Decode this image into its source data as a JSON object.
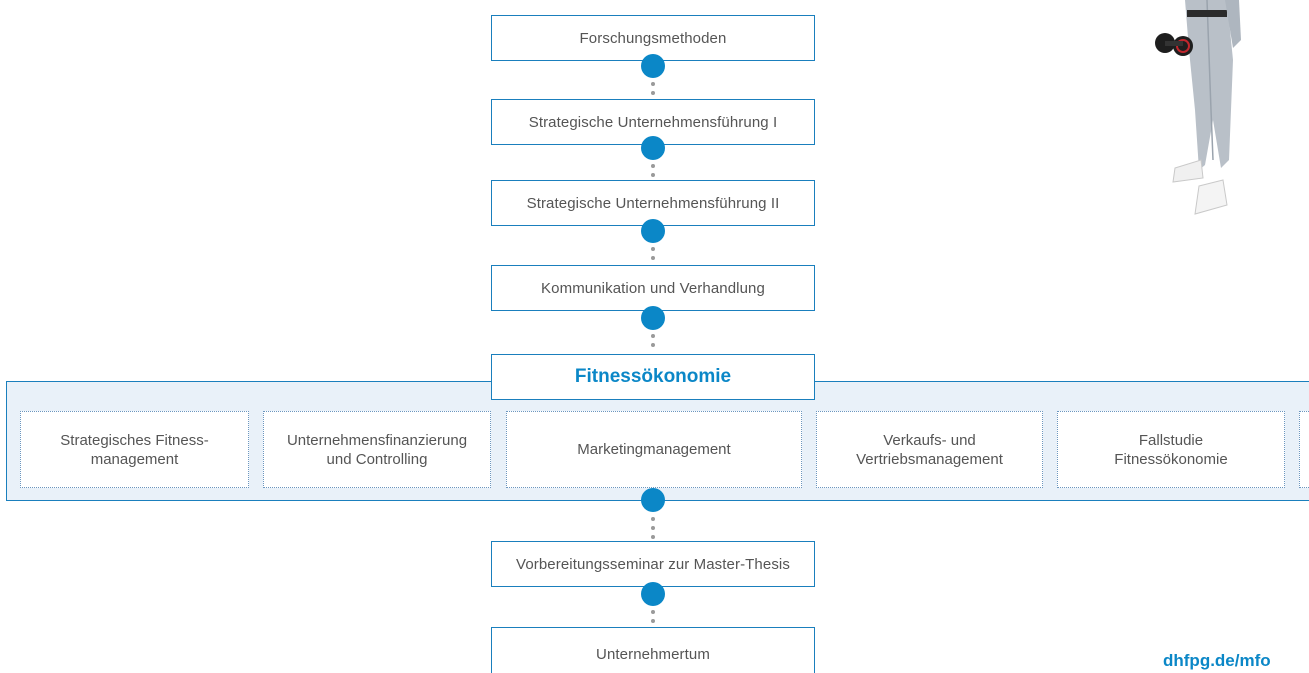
{
  "modules_top": [
    {
      "label": "Forschungsmethoden"
    },
    {
      "label": "Strategische Unternehmensführung I"
    },
    {
      "label": "Strategische Unternehmensführung II"
    },
    {
      "label": "Kommunikation und Verhandlung"
    }
  ],
  "focus": {
    "title": "Fitnessökonomie",
    "submodules": [
      {
        "line1": "Strategisches Fitness-",
        "line2": "management"
      },
      {
        "line1": "Unternehmensfinanzierung",
        "line2": "und Controlling"
      },
      {
        "line1": "Marketingmanagement",
        "line2": ""
      },
      {
        "line1": "Verkaufs- und",
        "line2": "Vertriebsmanagement"
      },
      {
        "line1": "Fallstudie",
        "line2": "Fitnessökonomie"
      }
    ]
  },
  "modules_bottom": [
    {
      "label": "Vorbereitungsseminar zur Master-Thesis"
    },
    {
      "label": "Unternehmertum"
    }
  ],
  "footer": {
    "url": "dhfpg.de/mfo"
  },
  "colors": {
    "accent": "#0b87c7",
    "border": "#1a7fbd",
    "band": "#e9f1f9",
    "connector": "#9a9a9a"
  },
  "icons": {
    "photo": "person-with-dumbbell"
  }
}
